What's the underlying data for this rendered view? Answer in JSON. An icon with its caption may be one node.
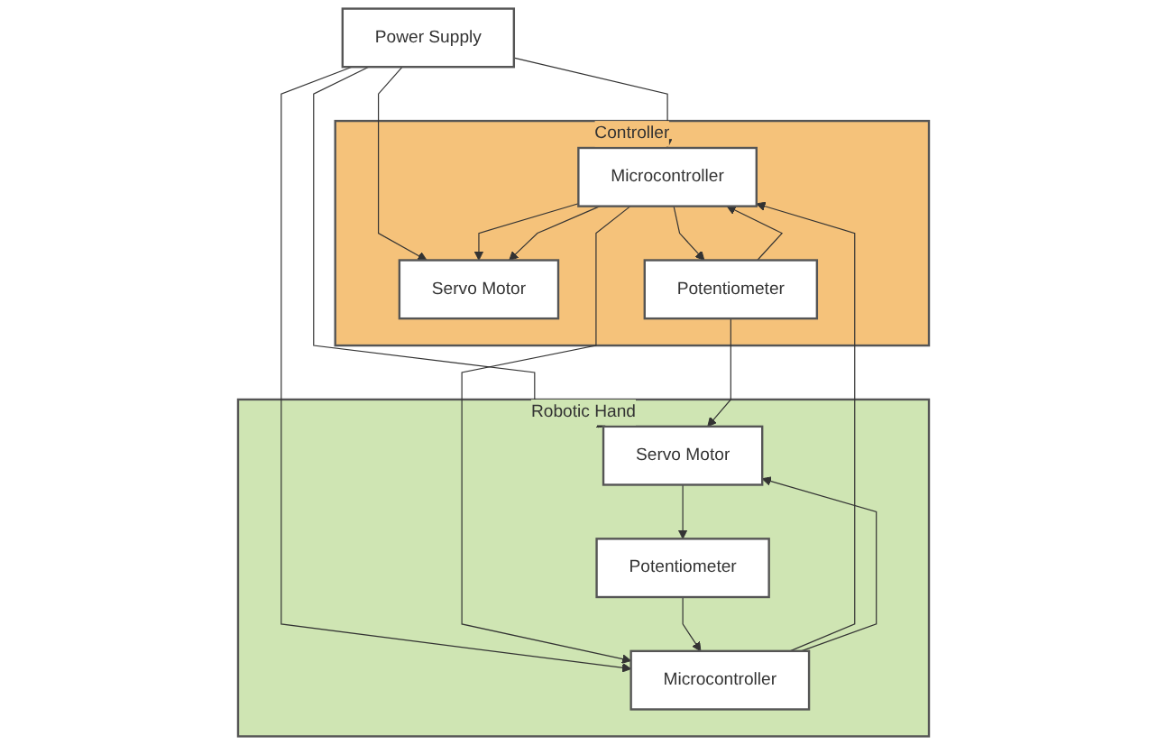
{
  "diagram": {
    "nodes": [
      {
        "text": [
          "Power Supply"
        ]
      },
      {
        "text": [
          "Controller"
        ]
      },
      {
        "text": [
          "Microcontroller"
        ],
        "in": 1
      },
      {
        "text": [
          "Servo Motor"
        ],
        "in": 1
      },
      {
        "text": [
          "Potentiometer"
        ],
        "in": 1
      },
      {
        "text": [
          "Robotic Hand"
        ]
      },
      {
        "text": [
          "Microcontroller"
        ],
        "in": 5
      },
      {
        "text": [
          "Servo Motor"
        ],
        "in": 5
      },
      {
        "text": [
          "Potentiometer"
        ],
        "in": 5
      }
    ],
    "edges": [
      {
        "from": 0,
        "to": 2,
        "arrow": "to"
      },
      {
        "from": 0,
        "to": 6,
        "arrow": "to"
      },
      {
        "from": 0,
        "to": 3,
        "arrow": "to"
      },
      {
        "from": 0,
        "to": 7,
        "arrow": "to"
      },
      {
        "from": 2,
        "to": 3,
        "arrow": "to"
      },
      {
        "from": 2,
        "to": 3,
        "arrow": "to"
      },
      {
        "from": 2,
        "to": 4,
        "arrow": "to"
      },
      {
        "from": 4,
        "to": 2,
        "arrow": "to"
      },
      {
        "from": 6,
        "to": 2,
        "arrow": "to"
      },
      {
        "from": 2,
        "to": 6,
        "arrow": "to"
      },
      {
        "from": 4,
        "to": 7,
        "arrow": "to"
      },
      {
        "from": 6,
        "to": 7,
        "arrow": "to"
      },
      {
        "from": 7,
        "to": 8,
        "arrow": "to"
      },
      {
        "from": 8,
        "to": 6,
        "arrow": "to"
      }
    ]
  }
}
